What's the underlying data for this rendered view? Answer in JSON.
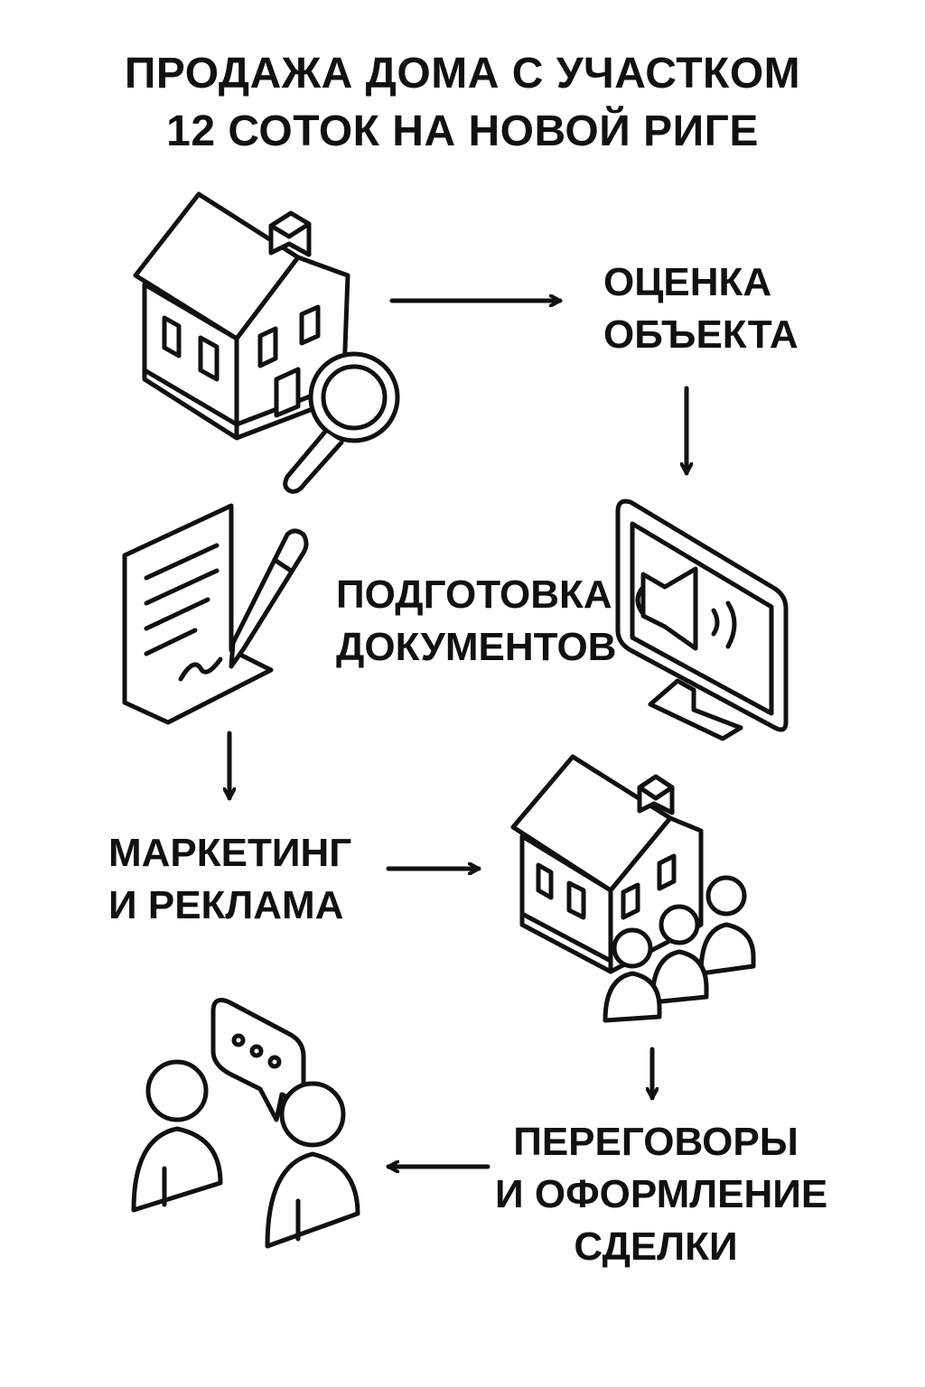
{
  "title": {
    "line1": "ПРОДАЖА ДОМА С УЧАСТКОМ",
    "line2": "12 СОТОК НА НОВОЙ РИГЕ"
  },
  "steps": [
    {
      "id": "evaluation",
      "lines": [
        "ОЦЕНКА",
        "ОБЪЕКТА"
      ],
      "icon": "house-magnifier-icon"
    },
    {
      "id": "documents",
      "lines": [
        "ПОДГОТОВКА",
        "ДОКУМЕНТОВ"
      ],
      "icon": "document-pen-icon"
    },
    {
      "id": "marketing",
      "lines": [
        "МАРКЕТИНГ",
        "И РЕКЛАМА"
      ],
      "icon": "monitor-megaphone-icon"
    },
    {
      "id": "showing",
      "lines": [],
      "icon": "house-people-icon"
    },
    {
      "id": "negotiation",
      "lines": [
        "ПЕРЕГОВОРЫ",
        "И ОФОРМЛЕНИЕ",
        "СДЕЛКИ"
      ],
      "icon": "two-people-chat-icon"
    }
  ],
  "colors": {
    "stroke": "#111111",
    "background": "#ffffff"
  }
}
